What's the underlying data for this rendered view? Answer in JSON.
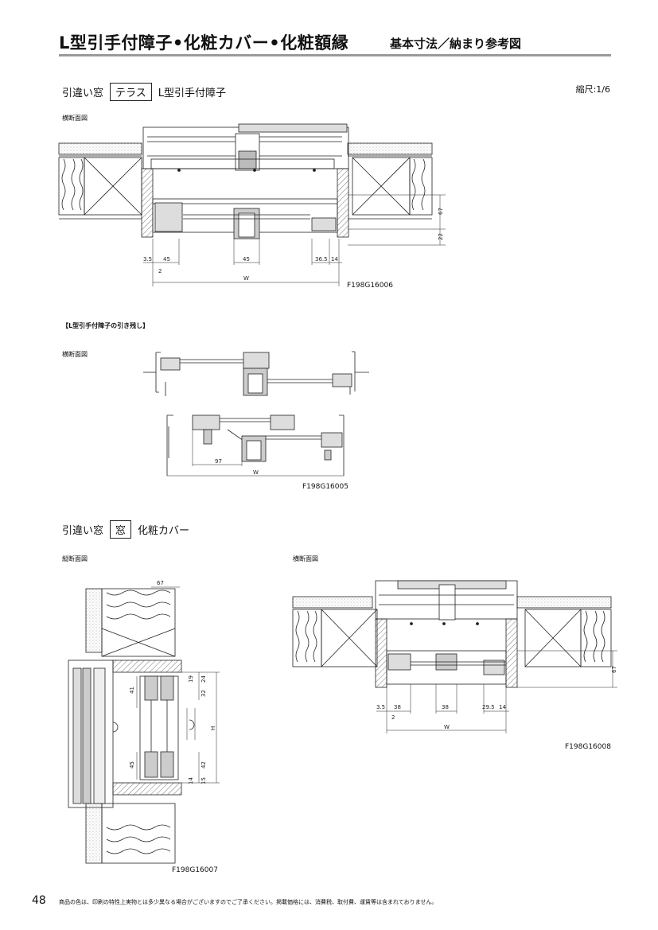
{
  "header": {
    "title": "L型引手付障子•化粧カバー•化粧額縁",
    "subtitle": "基本寸法／納まり参考図"
  },
  "section1": {
    "prefix": "引違い窓",
    "boxed": "テラス",
    "suffix": "L型引手付障子",
    "scale": "縮尺:1/6",
    "view_label": "横断面図",
    "dims": [
      "3.5",
      "45",
      "45",
      "36.5",
      "14",
      "2",
      "W",
      "67",
      "22"
    ],
    "code": "F198G16006"
  },
  "section2": {
    "heading": "【L型引手付障子の引き残し】",
    "view_label": "横断面図",
    "dims": [
      "97",
      "W"
    ],
    "code": "F198G16005"
  },
  "section3": {
    "prefix": "引違い窓",
    "boxed": "窓",
    "suffix": "化粧カバー",
    "left_view_label": "縦断面図",
    "right_view_label": "横断面図",
    "left_dims": [
      "67",
      "19",
      "24",
      "32",
      "41",
      "H",
      "45",
      "42",
      "15",
      "14"
    ],
    "right_dims": [
      "3.5",
      "38",
      "38",
      "29.5",
      "14",
      "2",
      "W",
      "67"
    ],
    "left_code": "F198G16007",
    "right_code": "F198G16008"
  },
  "footer": {
    "page": "48",
    "note": "商品の色は、印刷の特性上実物とは多少異なる場合がございますのでご了承ください。掲載価格には、消費税、取付費、運賃等は含まれておりません。"
  }
}
